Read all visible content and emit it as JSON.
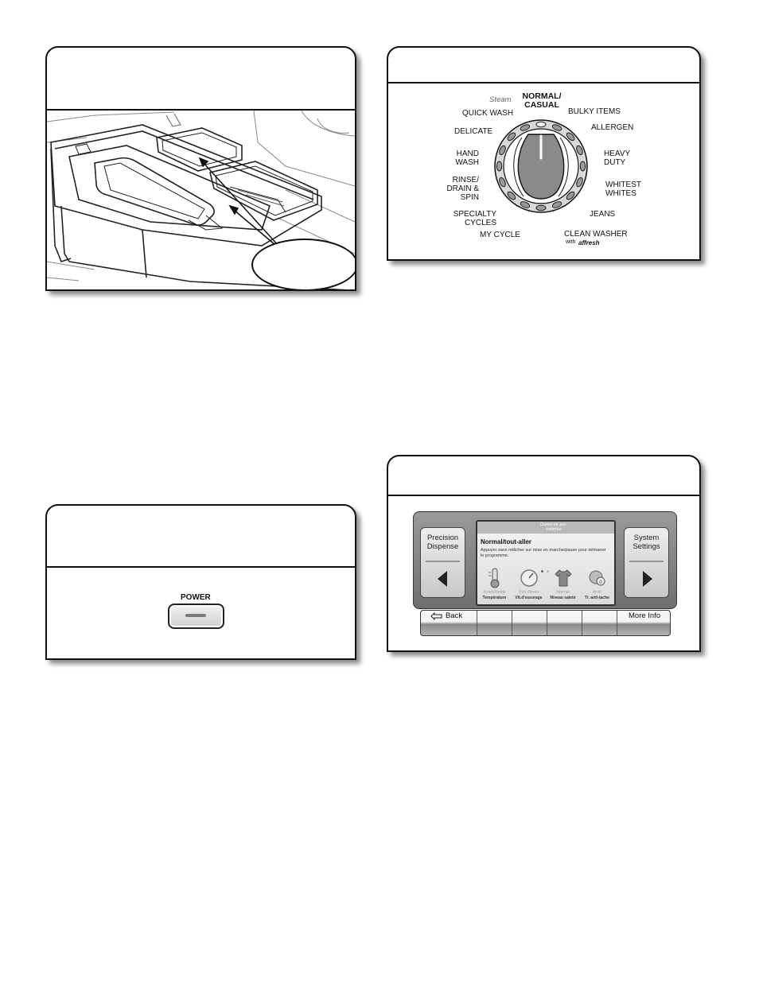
{
  "dispenser_panel": {
    "callout_text": ""
  },
  "dial_panel": {
    "steam_label": "Steam",
    "cycles": {
      "normal_casual": "NORMAL/ CASUAL",
      "bulky_items": "BULKY ITEMS",
      "allergen": "ALLERGEN",
      "heavy_duty": "HEAVY DUTY",
      "whitest_whites": "WHITEST WHITES",
      "jeans": "JEANS",
      "clean_washer": "CLEAN WASHER",
      "with": "with",
      "affresh": "affresh",
      "my_cycle": "MY CYCLE",
      "specialty_cycles": "SPECIALTY CYCLES",
      "rinse_drain_spin": "RINSE/ DRAIN & SPIN",
      "hand_wash": "HAND WASH",
      "delicate": "DELICATE",
      "quick_wash": "QUICK WASH"
    }
  },
  "power_panel": {
    "power_label": "POWER"
  },
  "display_panel": {
    "left_button": "Precision Dispense",
    "right_button": "System Settings",
    "screen": {
      "duration_label": "Durée de pro. estimée",
      "cycle_name": "Normal/tout-aller",
      "instruction": "Appuyer sans relâcher sur mise en marche/pause pour démarrer le programme.",
      "options": [
        {
          "value": "Froide/froide",
          "name": "Température",
          "icon": "thermometer-icon"
        },
        {
          "value": "Très élevée",
          "name": "Vit.d'essorage",
          "icon": "gauge-icon"
        },
        {
          "value": "Normal",
          "name": "Niveau saleté",
          "icon": "shirt-icon"
        },
        {
          "value": "Arrêt",
          "name": "Tr. anti-tache",
          "icon": "stain-icon"
        }
      ]
    },
    "bottom_bar": {
      "back_label": "Back",
      "more_info_label": "More Info"
    }
  }
}
